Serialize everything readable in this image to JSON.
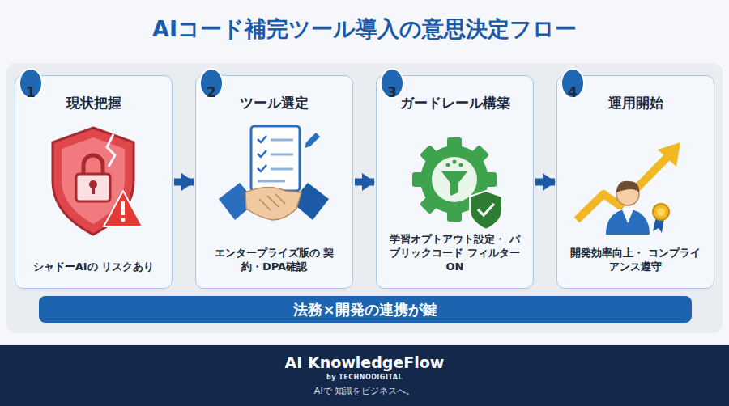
{
  "diagram": {
    "title": "AIコード補完ツール導入の意思決定フロー",
    "nodes": [
      {
        "text": [
          "現状把握",
          "シャドーAIの リスクあり"
        ]
      },
      {
        "text": [
          "1"
        ],
        "in": 0
      },
      {
        "text": [
          "ツール選定",
          "エンタープライズ版の 契約・DPA確認"
        ]
      },
      {
        "text": [
          "2"
        ],
        "in": 2
      },
      {
        "text": [
          "ガードレール構築",
          "学習オプトアウト設定・ パブリックコード フィルターON"
        ]
      },
      {
        "text": [
          "3"
        ],
        "in": 4
      },
      {
        "text": [
          "運用開始",
          "開発効率向上・ コンプライアンス遵守"
        ]
      },
      {
        "text": [
          "4"
        ],
        "in": 6
      },
      {
        "text": [
          "法務×開発の連携が鍵"
        ]
      },
      {
        "text": [
          "AI KnowledgeFlow",
          "by TECHNODIGITAL",
          "AIで 知識をビジネスへ。"
        ]
      }
    ],
    "edges": [
      {
        "from": 0,
        "to": 2,
        "arrow": "to"
      },
      {
        "from": 2,
        "to": 4,
        "arrow": "to"
      },
      {
        "from": 4,
        "to": 6,
        "arrow": "to"
      }
    ]
  }
}
